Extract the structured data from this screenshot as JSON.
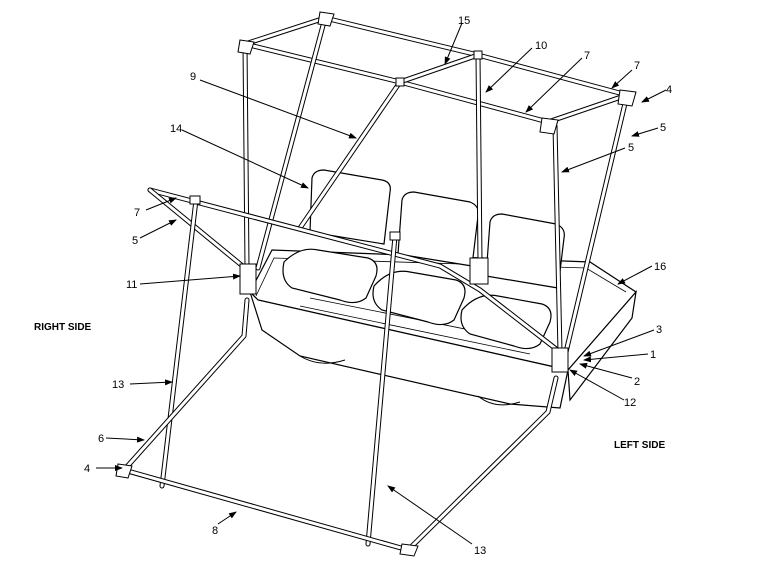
{
  "side_labels": {
    "right": "RIGHT SIDE",
    "left": "LEFT SIDE"
  },
  "callouts": [
    "15",
    "10",
    "7",
    "7",
    "4",
    "9",
    "5",
    "5",
    "14",
    "7",
    "5",
    "16",
    "11",
    "3",
    "1",
    "2",
    "12",
    "13",
    "6",
    "4",
    "8",
    "13"
  ]
}
